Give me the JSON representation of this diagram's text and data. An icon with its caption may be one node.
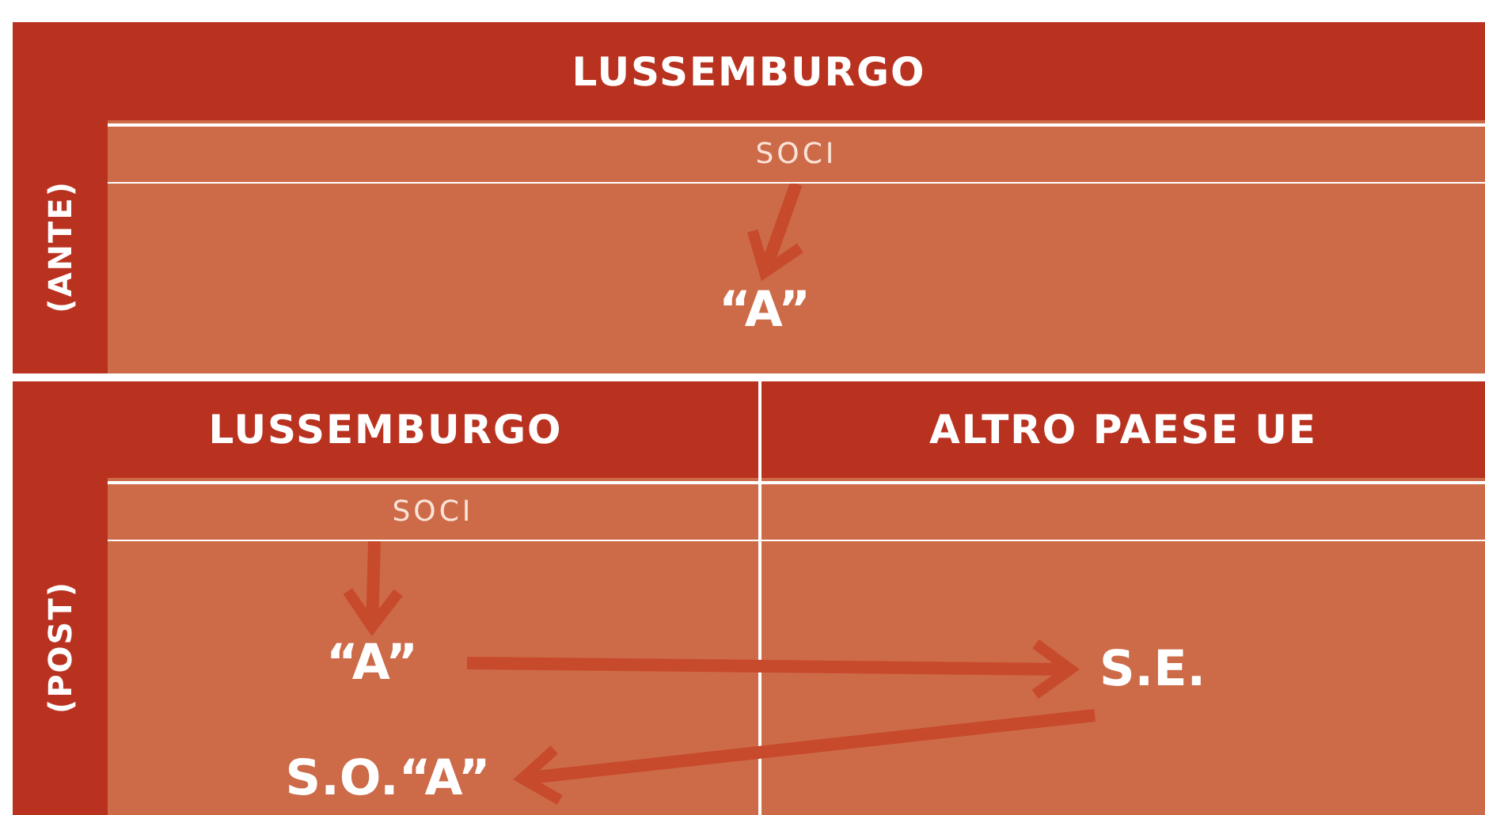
{
  "diagram": {
    "nodes": [
      {
        "text": [
          "(ANTE)"
        ]
      },
      {
        "text": [
          "LUSSEMBURGO"
        ],
        "in": 0
      },
      {
        "text": [
          "SOCI"
        ],
        "in": 0
      },
      {
        "text": [
          "“A”"
        ],
        "in": 0
      },
      {
        "text": [
          "(POST)"
        ]
      },
      {
        "text": [
          "LUSSEMBURGO"
        ],
        "in": 4
      },
      {
        "text": [
          "ALTRO PAESE UE"
        ],
        "in": 4
      },
      {
        "text": [
          "SOCI"
        ],
        "in": 4
      },
      {
        "text": [
          "“A”"
        ],
        "in": 4
      },
      {
        "text": [
          "S.E."
        ],
        "in": 4
      },
      {
        "text": [
          "S.O.“A”"
        ],
        "in": 4
      }
    ],
    "edges": [
      {
        "from": 2,
        "to": 3,
        "arrow": "to"
      },
      {
        "from": 7,
        "to": 8,
        "arrow": "to"
      },
      {
        "from": 8,
        "to": 9,
        "arrow": "to"
      },
      {
        "from": 9,
        "to": 10,
        "arrow": "to"
      }
    ]
  }
}
